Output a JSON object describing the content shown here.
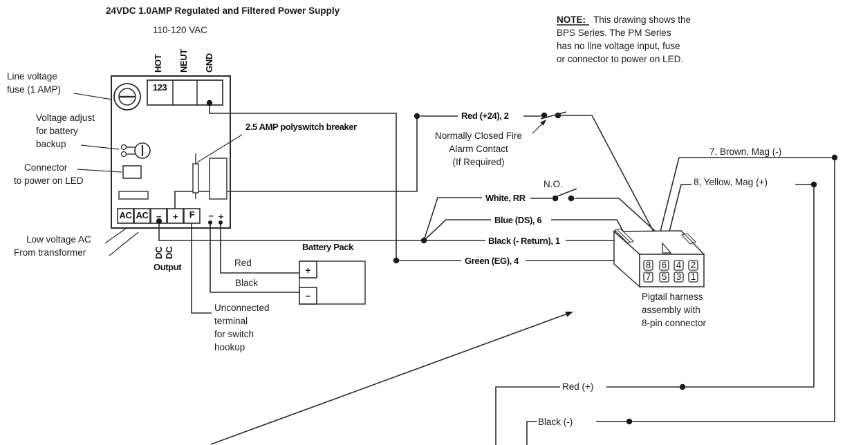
{
  "title": "24VDC 1.0AMP Regulated and Filtered Power Supply",
  "input_voltage": "110-120 VAC",
  "note": {
    "heading": "NOTE:",
    "line1": "This drawing shows the",
    "line2": "BPS Series. The PM Series",
    "line3": "has no line voltage input, fuse",
    "line4": "or connector to power on LED."
  },
  "labels": {
    "line_voltage_1": "Line voltage",
    "line_voltage_2": "fuse (1 AMP)",
    "adjust_1": "Voltage adjust",
    "adjust_2": "for battery",
    "adjust_3": "backup",
    "led_1": "Connector",
    "led_2": "to power on LED",
    "lowvolt_1": "Low voltage AC",
    "lowvolt_2": "From transformer",
    "breaker": "2.5 AMP polyswitch breaker",
    "unconnected_1": "Unconnected",
    "unconnected_2": "terminal",
    "unconnected_3": "for switch",
    "unconnected_4": "hookup"
  },
  "board": {
    "hot": "HOT",
    "neut": "NEUT",
    "gnd": "GND",
    "number": "123",
    "t_ac1": "AC",
    "t_ac2": "AC",
    "t_minus": "−",
    "t_plus": "+",
    "t_f": "F",
    "aux_minus": "−",
    "aux_plus": "+",
    "dc1": "DC",
    "dc2": "DC",
    "output": "Output"
  },
  "battery": {
    "title": "Battery Pack",
    "red": "Red",
    "black": "Black",
    "plus": "+",
    "minus": "−"
  },
  "wires": {
    "red24": "Red (+24), 2",
    "fire_1": "Normally Closed Fire",
    "fire_2": "Alarm Contact",
    "fire_3": "(If Required)",
    "no": "N.O.",
    "white": "White, RR",
    "blue": "Blue (DS), 6",
    "black_return": "Black (- Return), 1",
    "green": "Green (EG), 4",
    "brown": "7, Brown, Mag (-)",
    "yellow": "8, Yellow, Mag (+)",
    "red_plus": "Red (+)",
    "black_minus": "Black (-)"
  },
  "connector": {
    "label_1": "Pigtail harness",
    "label_2": "assembly with",
    "label_3": "8-pin connector",
    "pins_top": [
      "8",
      "6",
      "4",
      "2"
    ],
    "pins_bottom": [
      "7",
      "5",
      "3",
      "1"
    ]
  },
  "colors": {
    "line": "#2b2b2b",
    "text": "#1a1a1a",
    "background": "#ffffff"
  }
}
